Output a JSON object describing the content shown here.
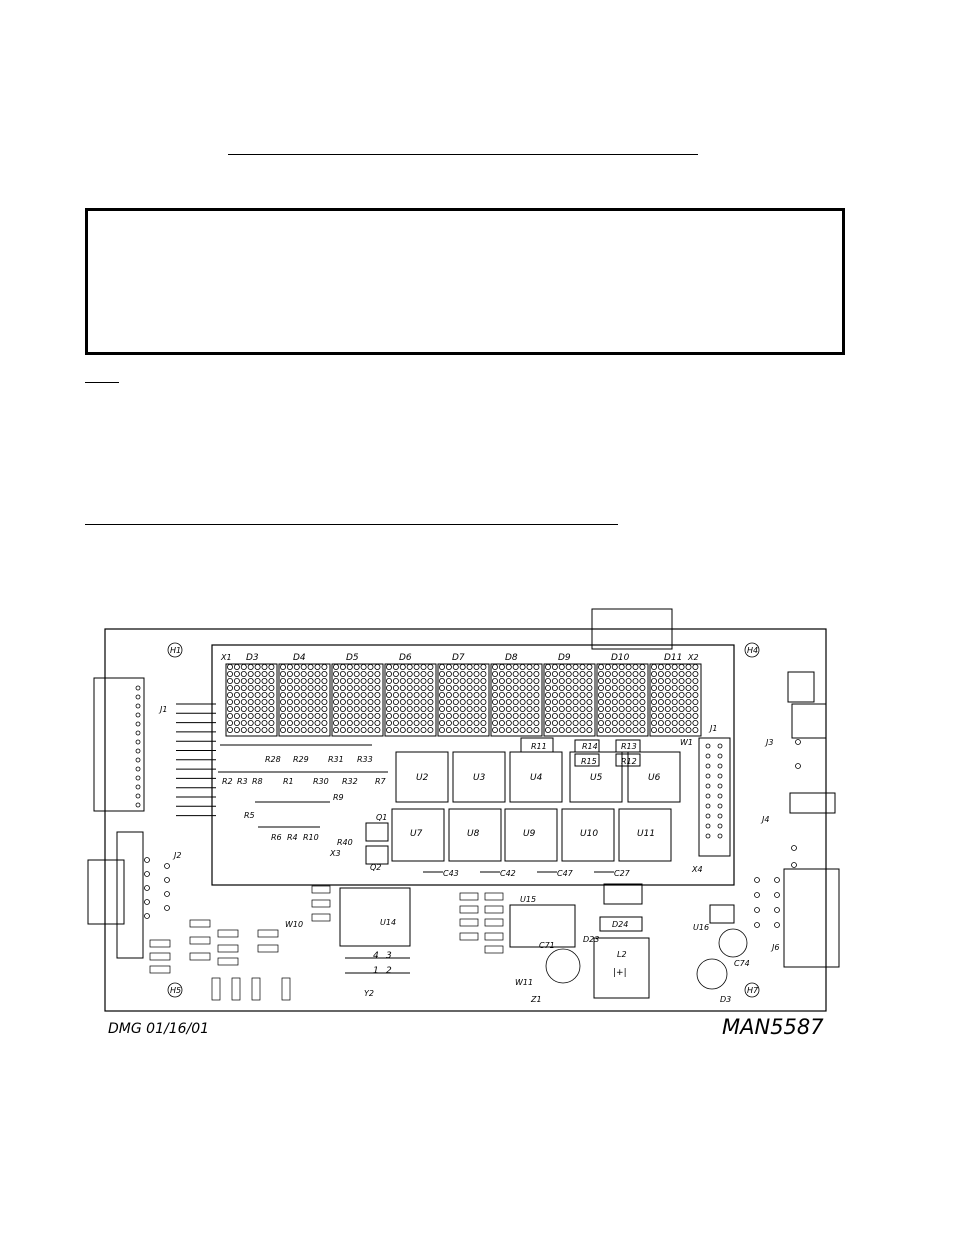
{
  "board_outline": {
    "dot_matrix_displays": [
      "D3",
      "D4",
      "D5",
      "D6",
      "D7",
      "D8",
      "D9",
      "D10",
      "D11"
    ],
    "display_corner_labels": [
      "X1",
      "X2"
    ],
    "connectors": [
      "J1",
      "J2",
      "J3",
      "J4",
      "J6"
    ],
    "mounting_holes": [
      "H1",
      "H4",
      "H5",
      "H7"
    ],
    "chips_top_row": [
      "U2",
      "U3",
      "U4",
      "U5",
      "U6"
    ],
    "chips_bottom_row": [
      "U7",
      "U8",
      "U9",
      "U10",
      "U11"
    ],
    "resistor_row_upper": [
      "R28",
      "R29",
      "R31",
      "R33"
    ],
    "resistor_row_lower": [
      "R2",
      "R3",
      "R8",
      "R1",
      "R30",
      "R32",
      "R7"
    ],
    "resistors_misc": [
      "R9",
      "R5",
      "R6",
      "R4",
      "R10",
      "R40",
      "R11",
      "R14",
      "R13",
      "R15",
      "R12"
    ],
    "transistors": [
      "Q1",
      "Q2"
    ],
    "crystals": [
      "X3",
      "X4",
      "Y2"
    ],
    "capacitors_bottom": [
      "C43",
      "C42",
      "C47",
      "C27"
    ],
    "misc_labels": [
      "W1",
      "U14",
      "U15",
      "U16",
      "L2",
      "D24",
      "D23",
      "Z1",
      "C71",
      "C74",
      "W10",
      "W11",
      "D3",
      "4",
      "3",
      "1",
      "2"
    ]
  },
  "footer": {
    "left": "DMG 01/16/01",
    "right": "MAN5587"
  }
}
